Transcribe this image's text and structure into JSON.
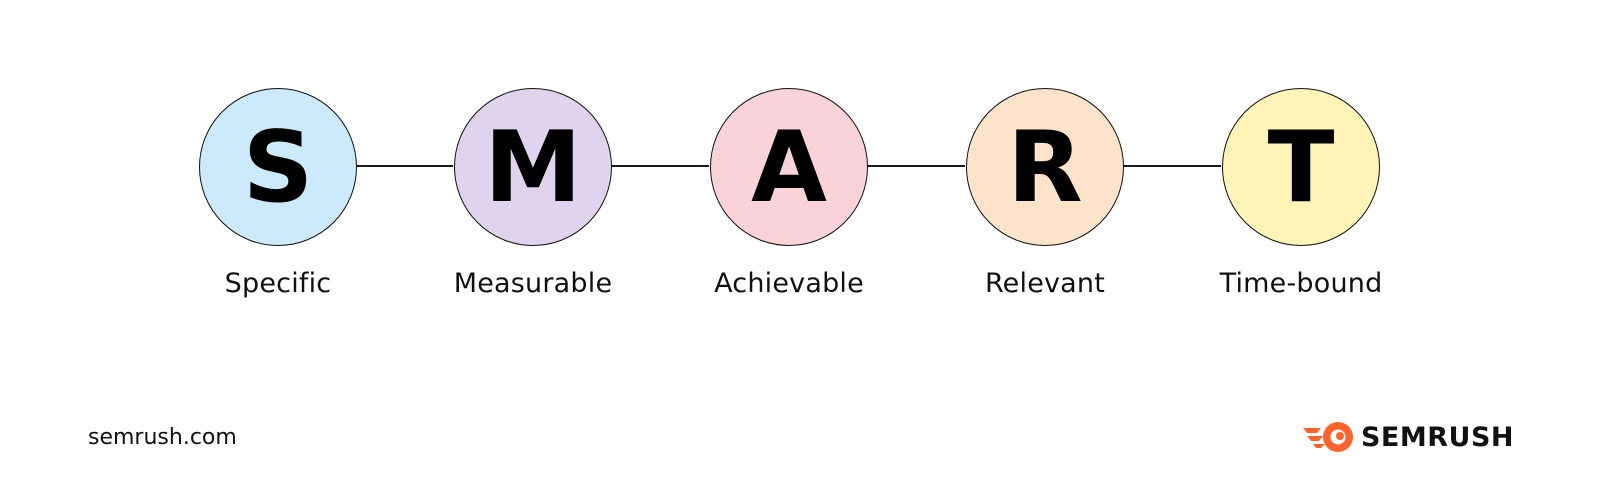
{
  "steps": [
    {
      "letter": "S",
      "label": "Specific",
      "color": "#cdeafd"
    },
    {
      "letter": "M",
      "label": "Measurable",
      "color": "#e0d3ee"
    },
    {
      "letter": "A",
      "label": "Achievable",
      "color": "#f9d2da"
    },
    {
      "letter": "R",
      "label": "Relevant",
      "color": "#fde3c9"
    },
    {
      "letter": "T",
      "label": "Time-bound",
      "color": "#fef4b7"
    }
  ],
  "footer": {
    "url": "semrush.com",
    "brand": "SEMRUSH",
    "brand_icon": "semrush-flame-icon",
    "brand_color": "#ff642d"
  }
}
